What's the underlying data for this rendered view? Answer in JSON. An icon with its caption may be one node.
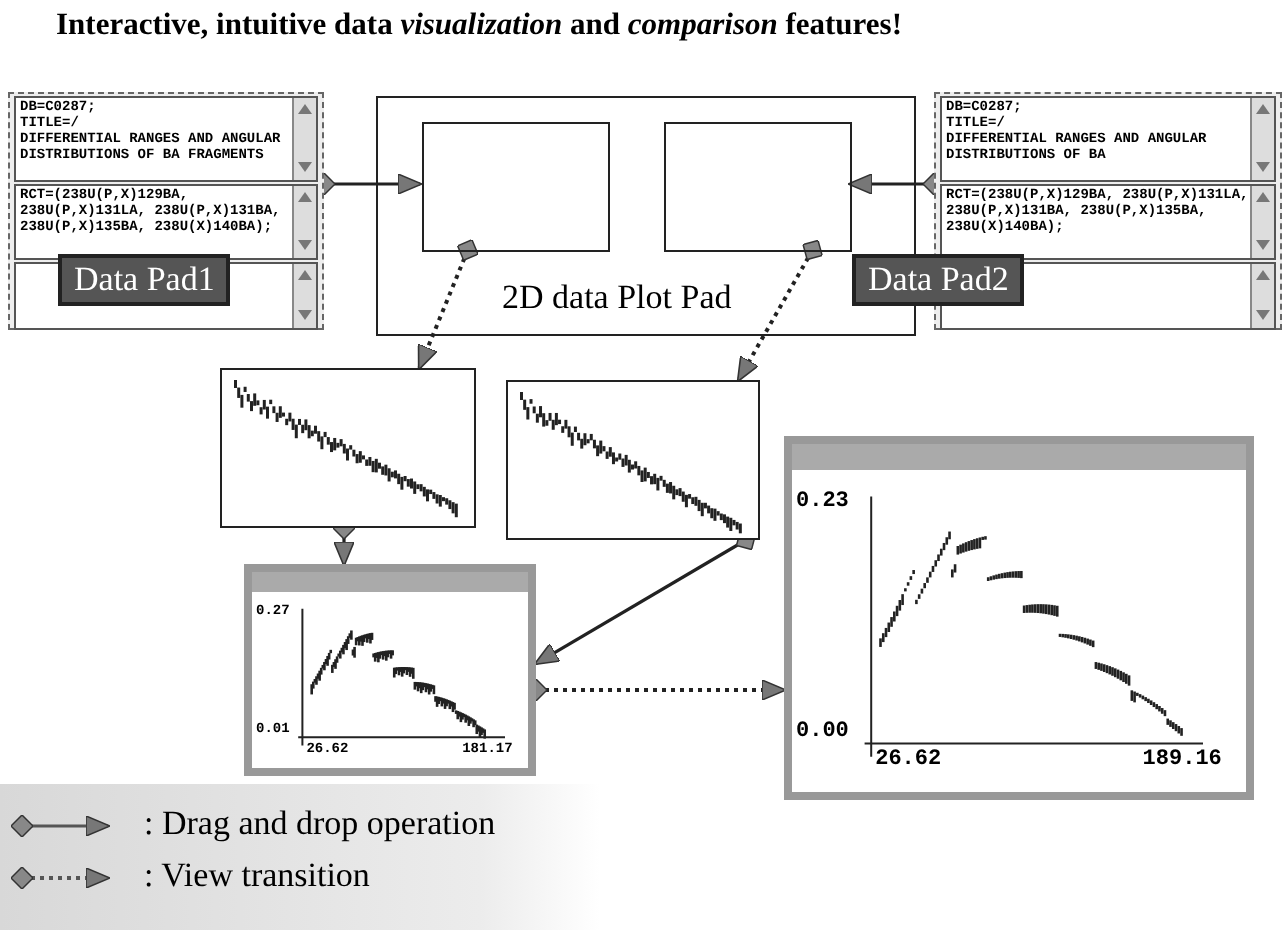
{
  "diagram": {
    "title": "Interactive, intuitive data *visualization* and *comparison* features!",
    "nodes": [
      {
        "text": [
          "DB=C0287;",
          "TITLE=/",
          "DIFFERENTIAL RANGES AND ANGULAR DISTRIBUTIONS OF BA FRAGMENTS",
          "RCT=(238U(P,X)129BA, 238U(P,X)131LA, 238U(P,X)131BA, 238U(P,X)135BA, 238U(X)140BA);",
          "Data Pad1"
        ]
      },
      {
        "text": [
          "DB=C0287;",
          "TITLE=/",
          "DIFFERENTIAL RANGES AND ANGULAR DISTRIBUTIONS OF BA",
          "RCT=(238U(P,X)129BA, 238U(P,X)131LA, 238U(P,X)131BA, 238U(P,X)135BA, 238U(X)140BA);",
          "Data Pad2"
        ]
      },
      {
        "text": [
          "2D data Plot Pad"
        ]
      },
      {
        "text": [],
        "shape": "box",
        "in": 2
      },
      {
        "text": [],
        "shape": "box",
        "in": 2
      },
      {
        "text": [],
        "shape": "picture"
      },
      {
        "text": [],
        "shape": "picture"
      },
      {
        "text": [
          "0.27",
          "0.01",
          "26.62",
          "181.17"
        ]
      },
      {
        "text": [
          "0.23",
          "0.00",
          "26.62",
          "189.16"
        ]
      }
    ],
    "edges": [
      {
        "from": 0,
        "to": 3,
        "arrow": "to"
      },
      {
        "from": 1,
        "to": 4,
        "arrow": "to"
      },
      {
        "from": 3,
        "to": 5,
        "arrow": "to",
        "style": "dashed"
      },
      {
        "from": 4,
        "to": 6,
        "arrow": "to",
        "style": "dashed"
      },
      {
        "from": 5,
        "to": 7,
        "arrow": "to"
      },
      {
        "from": 6,
        "to": 7,
        "arrow": "to"
      },
      {
        "from": 7,
        "to": 8,
        "arrow": "to",
        "style": "dashed"
      }
    ],
    "legend": [
      {
        "text": ": Drag and drop operation"
      },
      {
        "text": ": View transition"
      }
    ]
  }
}
